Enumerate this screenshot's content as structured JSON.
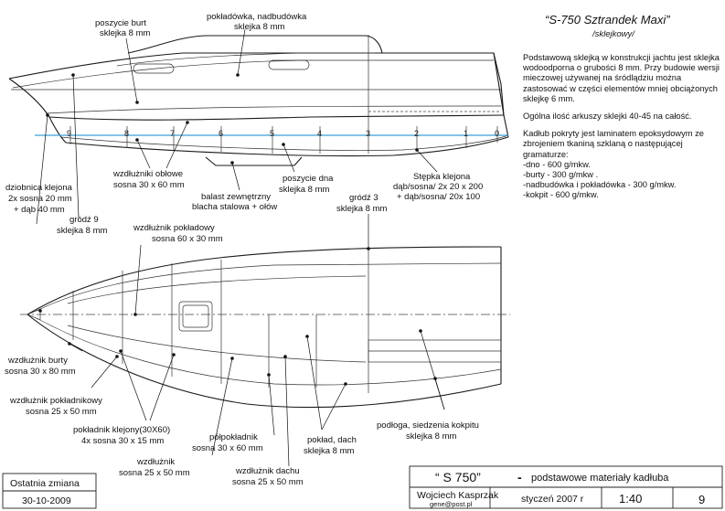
{
  "title": {
    "main": "“S-750 Sztrandek Maxi”",
    "sub": "/sklejkowy/"
  },
  "info": {
    "p1": "Podstawową sklejką w konstrukcji jachtu jest sklejka wodoodporna o grubości 8 mm. Przy budowie wersji mieczowej używanej na śródlądziu można zastosować w części elementów mniej obciążonych sklejkę 6 mm.",
    "p2": "Ogólna ilość arkuszy sklejki 40-45 na całość.",
    "p3": "Kadłub pokryty jest laminatem epoksydowym ze zbrojeniem tkaniną szklaną o następującej gramaturze:",
    "list": [
      "-dno - 600 g/mkw.",
      "-burty - 300 g/mkw .",
      "-nadbudówka i pokładówka - 300 g/mkw.",
      "-kokpit - 600 g/mkw."
    ]
  },
  "side_view": {
    "stations": [
      "9",
      "8",
      "7",
      "6",
      "5",
      "4",
      "3",
      "2",
      "1",
      "0"
    ],
    "labels": {
      "poszycie_burt": [
        "poszycie burt",
        "sklejka 8 mm"
      ],
      "pokladowka": [
        "pokładówka, nadbudówka",
        "sklejka 8 mm"
      ],
      "wzdluzniki_oblowe": [
        "wzdłużniki obłowe",
        "sosna 30 x 60 mm"
      ],
      "poszycie_dna": [
        "poszycie dna",
        "sklejka 8 mm"
      ],
      "stepka": [
        "Stępka klejona",
        "dąb/sosna/ 2x  20 x 200",
        "+ dąb/sosna/ 20x 100"
      ],
      "balast": [
        "balast zewnętrzny",
        "blacha stalowa + ołów"
      ],
      "dziobnica": [
        "dziobnica klejona",
        "2x sosna 20 mm",
        "+ dąb 40 mm"
      ],
      "grodz9": [
        "gródź 9",
        "sklejka 8 mm"
      ],
      "grodz3": [
        "gródź 3",
        "sklejka 8 mm"
      ]
    }
  },
  "plan_view": {
    "labels": {
      "wzdluznik_pokladowy": [
        "wzdłużnik pokładowy",
        "sosna 60 x 30 mm"
      ],
      "wzdluznik_burty": [
        "wzdłużnik burty",
        "sosna 30 x 80 mm"
      ],
      "wzdluznik_pokladnikowy": [
        "wzdłużnik pokładnikowy",
        "sosna 25 x 50 mm"
      ],
      "pokladnik_klejony": [
        "pokładnik klejony(30X60)",
        "4x sosna 30 x 15 mm"
      ],
      "wzdluznik": [
        "wzdłużnik",
        "sosna 25 x 50 mm"
      ],
      "polpokladnik": [
        "półpokładnik",
        "sosna 30 x 60 mm"
      ],
      "wzdluznik_dachu": [
        "wzdłużnik dachu",
        "sosna 25 x 50 mm"
      ],
      "poklad_dach": [
        "pokład, dach",
        "sklejka 8 mm"
      ],
      "podloga": [
        "podłoga, siedzenia kokpitu",
        "sklejka 8 mm"
      ]
    }
  },
  "corner_box": {
    "label": "Ostatnia zmiana",
    "date": "30-10-2009"
  },
  "title_block": {
    "name": "“ S 750”",
    "dash": "-",
    "description": "podstawowe materiały kadłuba",
    "author": "Wojciech Kasprzak",
    "email": "gene@post.pl",
    "date": "styczeń  2007 r",
    "scale": "1:40",
    "sheet": "9"
  }
}
